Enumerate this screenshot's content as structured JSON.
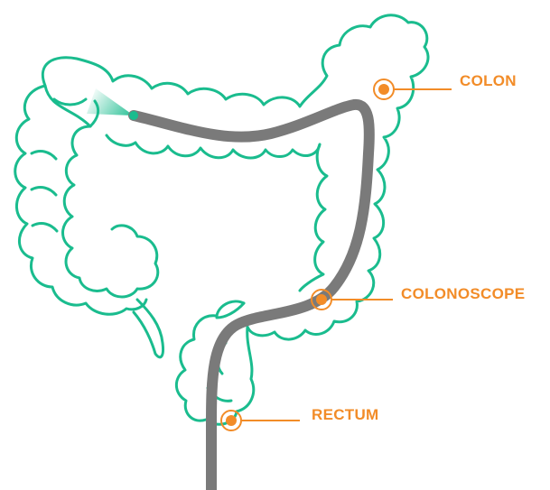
{
  "colors": {
    "colon_outline": "#1ABC8E",
    "colonoscope": "#7A7A7A",
    "accent": "#F28C28",
    "background": "#FFFFFF"
  },
  "labels": {
    "colon": "COLON",
    "colonoscope": "COLONOSCOPE",
    "rectum": "RECTUM"
  }
}
